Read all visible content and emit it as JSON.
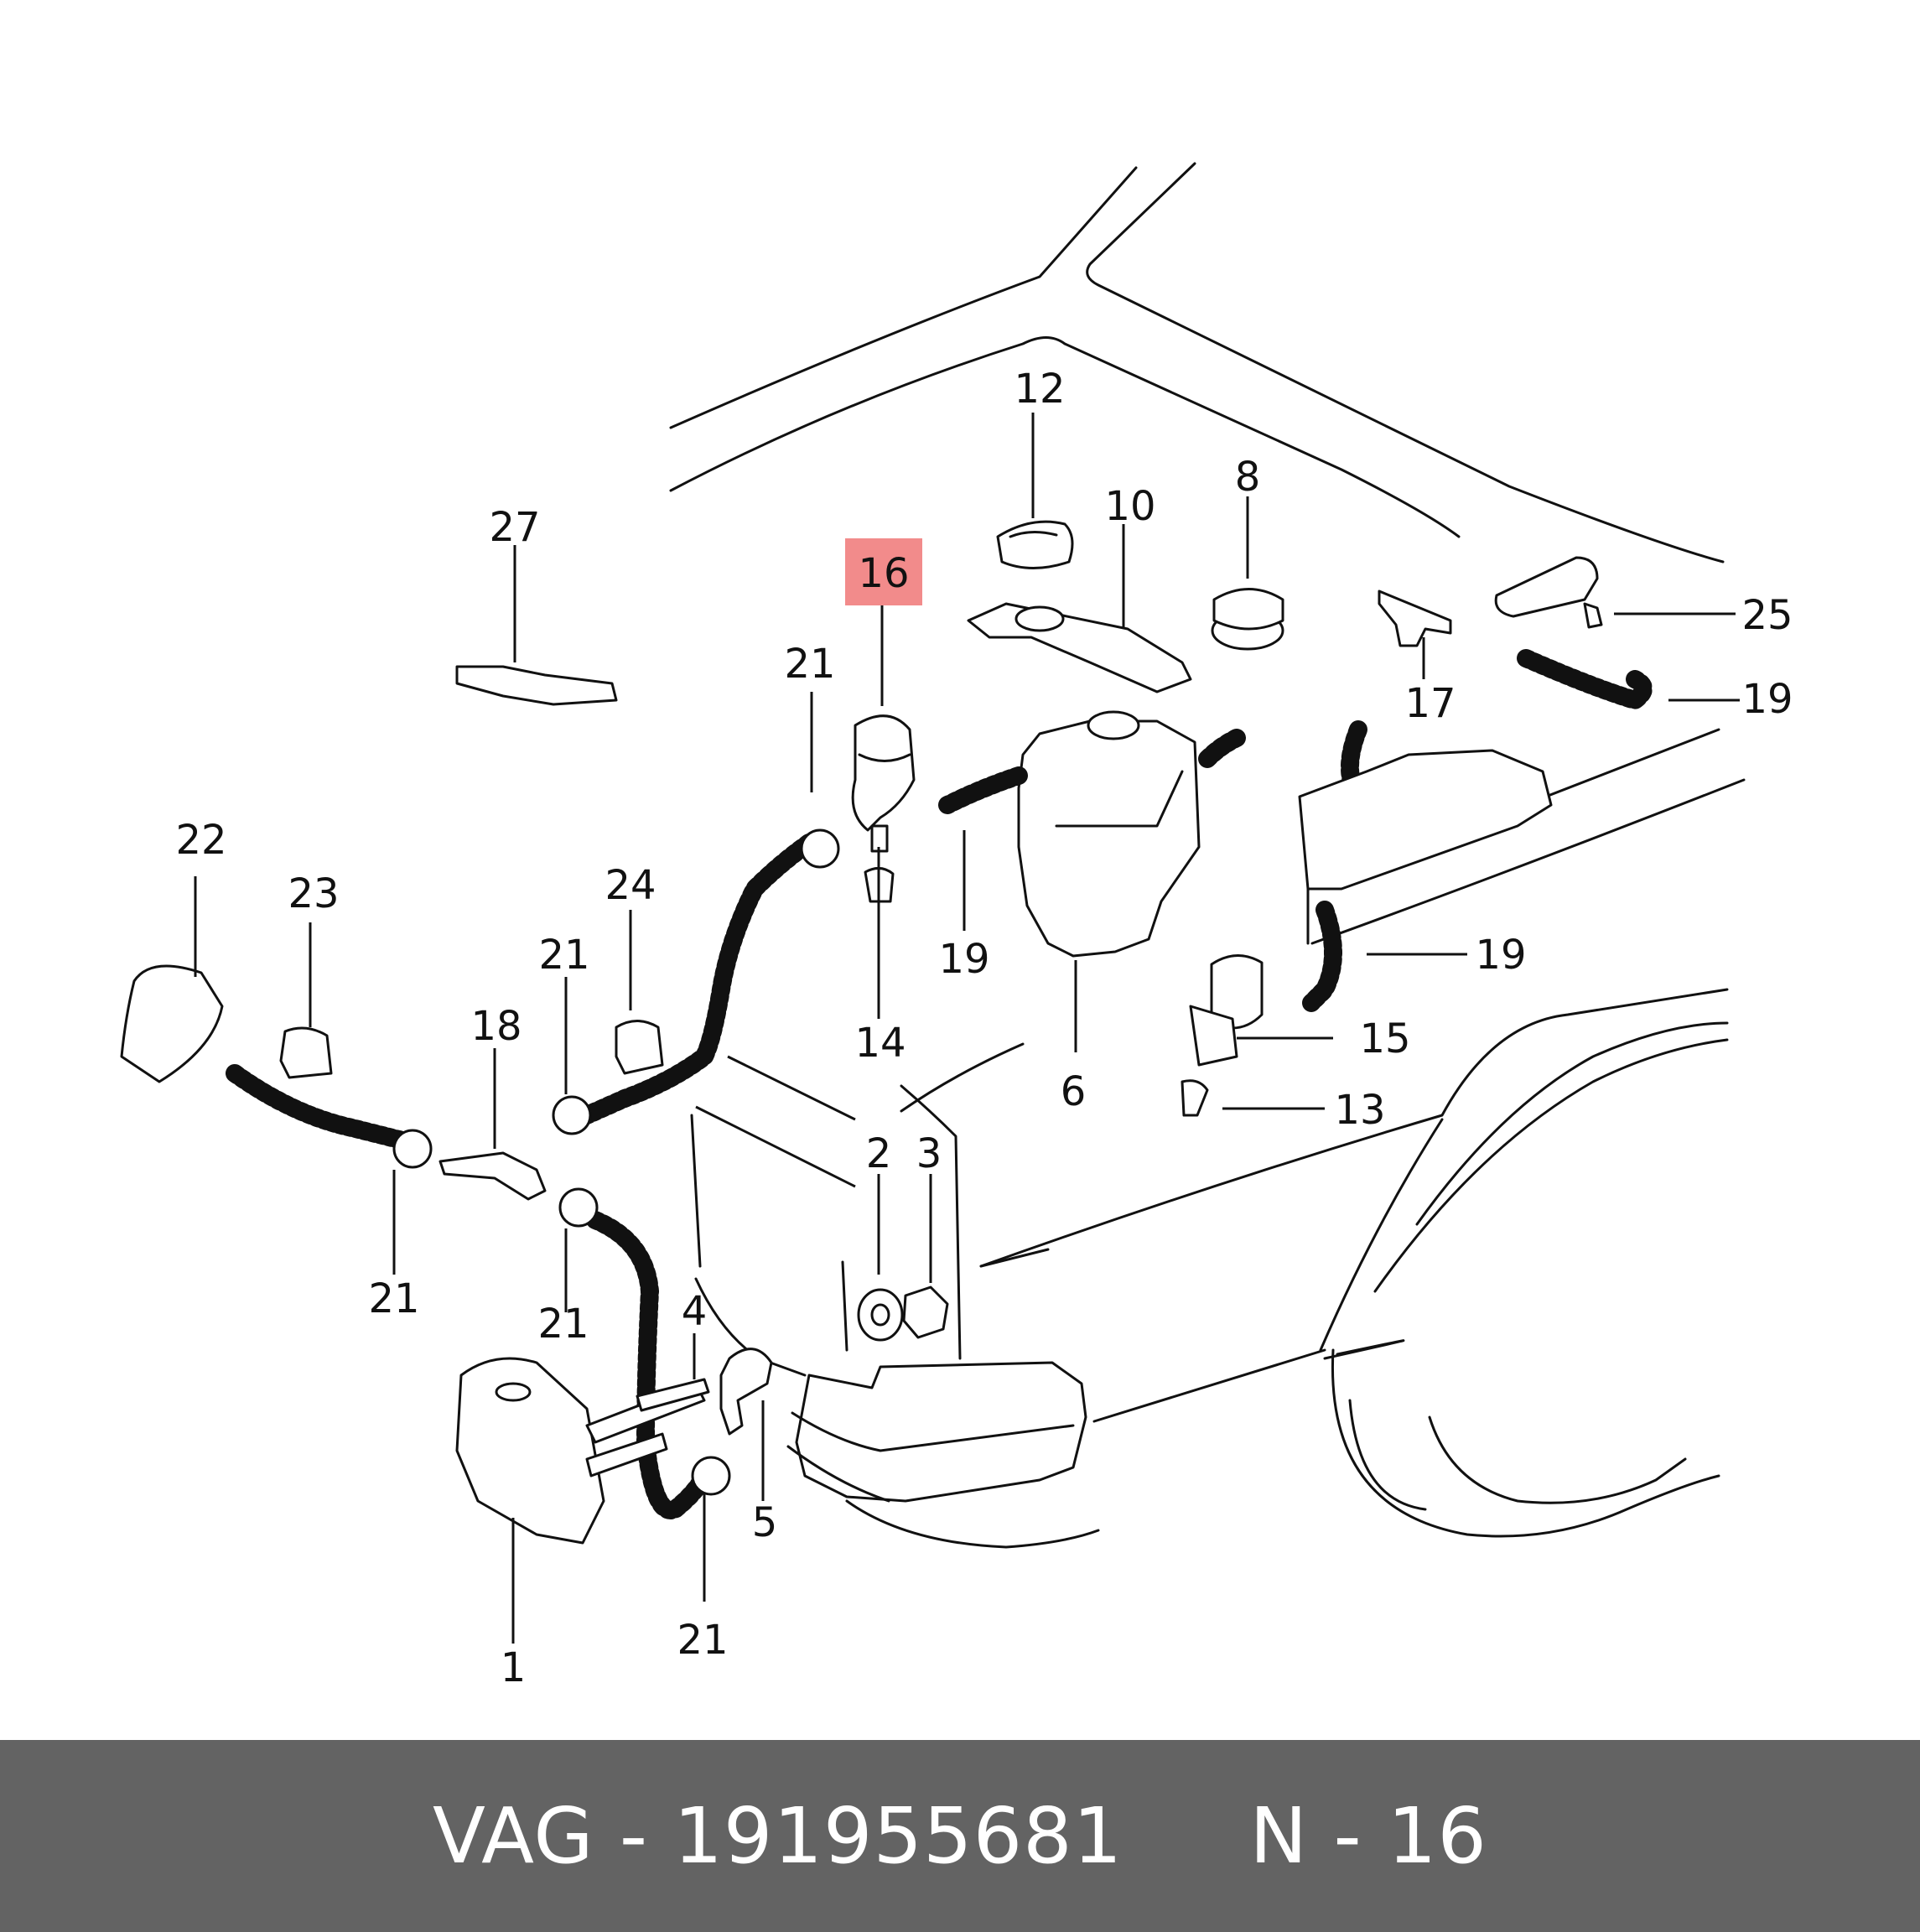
{
  "callouts": [
    {
      "id": "c12",
      "text": "12"
    },
    {
      "id": "c10",
      "text": "10"
    },
    {
      "id": "c8",
      "text": "8"
    },
    {
      "id": "c27",
      "text": "27"
    },
    {
      "id": "c16",
      "text": "16",
      "highlighted": true
    },
    {
      "id": "c21a",
      "text": "21"
    },
    {
      "id": "c25",
      "text": "25"
    },
    {
      "id": "c17",
      "text": "17"
    },
    {
      "id": "c19a",
      "text": "19"
    },
    {
      "id": "c22",
      "text": "22"
    },
    {
      "id": "c23",
      "text": "23"
    },
    {
      "id": "c24",
      "text": "24"
    },
    {
      "id": "c19b",
      "text": "19"
    },
    {
      "id": "c19c",
      "text": "19"
    },
    {
      "id": "c21b",
      "text": "21"
    },
    {
      "id": "c18",
      "text": "18"
    },
    {
      "id": "c14",
      "text": "14"
    },
    {
      "id": "c15",
      "text": "15"
    },
    {
      "id": "c6",
      "text": "6"
    },
    {
      "id": "c13",
      "text": "13"
    },
    {
      "id": "c2",
      "text": "2"
    },
    {
      "id": "c3",
      "text": "3"
    },
    {
      "id": "c21c",
      "text": "21"
    },
    {
      "id": "c21d",
      "text": "21"
    },
    {
      "id": "c4",
      "text": "4"
    },
    {
      "id": "c5",
      "text": "5"
    },
    {
      "id": "c1",
      "text": "1"
    },
    {
      "id": "c21e",
      "text": "21"
    }
  ],
  "highlight_color": "#f28b8b",
  "footer": {
    "brand": "VAG",
    "part_number": "191955681",
    "position": "N - 16",
    "text": "VAG - 191955681     N - 16",
    "background": "#636363"
  }
}
